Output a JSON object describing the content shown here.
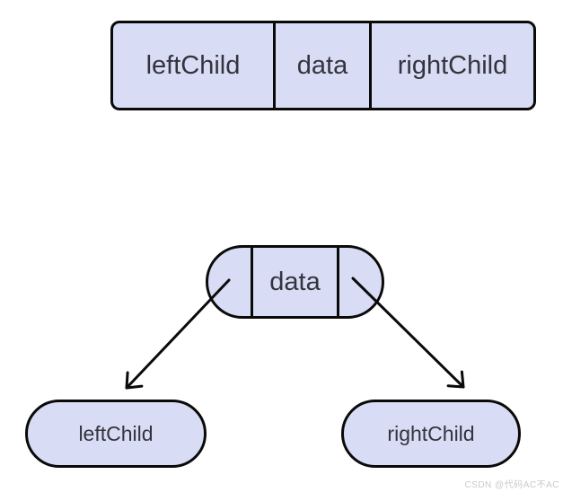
{
  "struct_box": {
    "cells": [
      "leftChild",
      "data",
      "rightChild"
    ]
  },
  "tree": {
    "root_label": "data",
    "left_label": "leftChild",
    "right_label": "rightChild"
  },
  "watermark": {
    "text": "CSDN @代码AC不AC"
  },
  "colors": {
    "node_fill": "#d8dcf4",
    "stroke": "#0a0a0a",
    "text": "#34343e",
    "watermark": "#c9c9c9"
  }
}
